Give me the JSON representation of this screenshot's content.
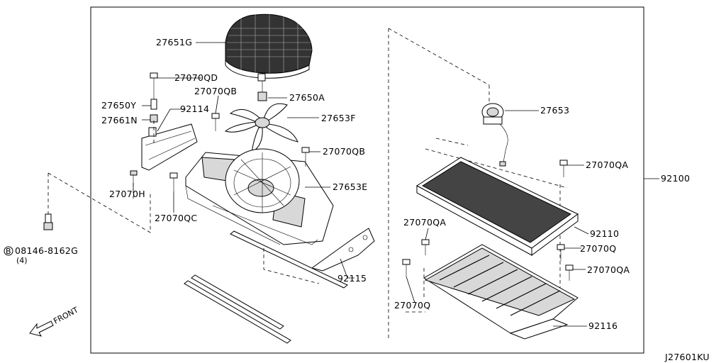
{
  "diagram_code": "J27601KU",
  "front_label": "FRONT",
  "labels": {
    "p27651G": "27651G",
    "p27070QD": "27070QD",
    "p27070QB_a": "27070QB",
    "p27650A": "27650A",
    "p27650Y": "27650Y",
    "p92114": "92114",
    "p27653F": "27653F",
    "p27661N": "27661N",
    "p27070QB_b": "27070QB",
    "p27070H": "27070H",
    "p27653E": "27653E",
    "p27070QC": "27070QC",
    "p08146": "08146-8162G",
    "p08146_qty": "(4)",
    "p08146_prefix": "B",
    "p92115": "92115",
    "p27653": "27653",
    "p27070QA_a": "27070QA",
    "p92100": "92100",
    "p27070QA_b": "27070QA",
    "p92110": "92110",
    "p27070Q_a": "27070Q",
    "p27070QA_c": "27070QA",
    "p27070Q_b": "27070Q",
    "p92116": "92116"
  }
}
